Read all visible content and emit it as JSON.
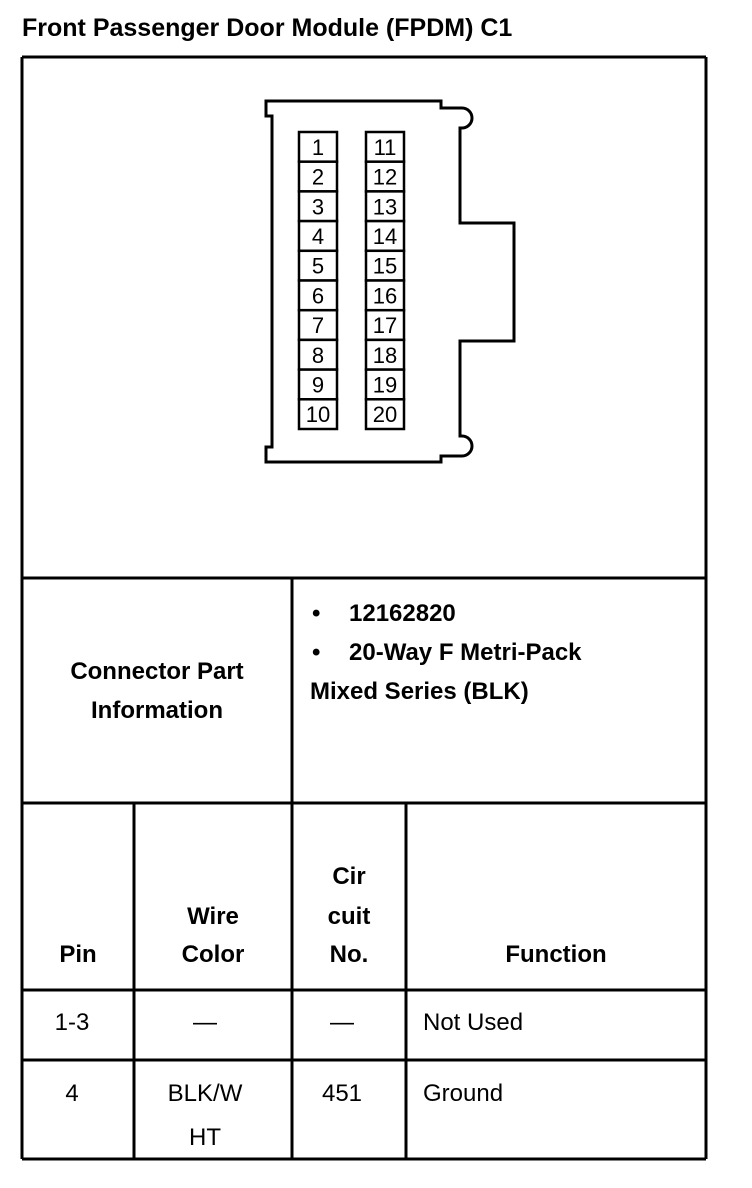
{
  "title": "Front Passenger Door Module (FPDM) C1",
  "connector": {
    "pins_left": [
      "1",
      "2",
      "3",
      "4",
      "5",
      "6",
      "7",
      "8",
      "9",
      "10"
    ],
    "pins_right": [
      "11",
      "12",
      "13",
      "14",
      "15",
      "16",
      "17",
      "18",
      "19",
      "20"
    ]
  },
  "part_info": {
    "label_line1": "Connector Part",
    "label_line2": "Information",
    "bullet": "•",
    "part_number": "12162820",
    "description_line1": "20-Way F Metri-Pack",
    "description_line2": "Mixed Series (BLK)"
  },
  "table": {
    "headers": {
      "pin": "Pin",
      "wire_line1": "Wire",
      "wire_line2": "Color",
      "circuit_line1": "Cir",
      "circuit_line2": "cuit",
      "circuit_line3": "No.",
      "function": "Function"
    },
    "rows": [
      {
        "pin": "1-3",
        "wire": "—",
        "wire2": "",
        "circuit": "—",
        "function": "Not Used"
      },
      {
        "pin": "4",
        "wire": "BLK/W",
        "wire2": "HT",
        "circuit": "451",
        "function": "Ground"
      }
    ]
  }
}
